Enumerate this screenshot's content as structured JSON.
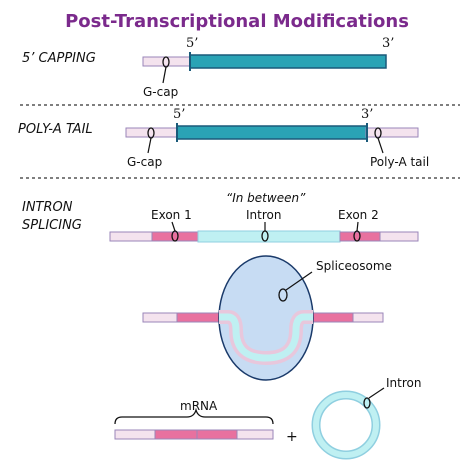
{
  "title": "Post-Transcriptional Modifications",
  "sections": {
    "capping": {
      "heading": "5’ CAPPING",
      "end5": "5’",
      "end3": "3’",
      "cap_label": "G-cap"
    },
    "polya": {
      "heading": "POLY-A TAIL",
      "end5": "5’",
      "end3": "3’",
      "cap_label": "G-cap",
      "tail_label": "Poly-A tail"
    },
    "splicing": {
      "heading_line1": "INTRON",
      "heading_line2": "SPLICING",
      "exon1_label": "Exon 1",
      "between_label": "“In between”",
      "intron_label": "Intron",
      "exon2_label": "Exon 2",
      "spliceosome_label": "Spliceosome",
      "mrna_label": "mRNA",
      "plus_sign": "+",
      "intron_loop_label": "Intron"
    }
  },
  "colors": {
    "title": "#7b2a8c",
    "mrna_strand": "#2aa3b5",
    "strand_outline": "#1a5a7a",
    "untranslated": "#f4e3ee",
    "exon": "#e8719f",
    "intron": "#bff0f2",
    "spliceosome": "#c7dcf3",
    "divider": "#333333"
  }
}
